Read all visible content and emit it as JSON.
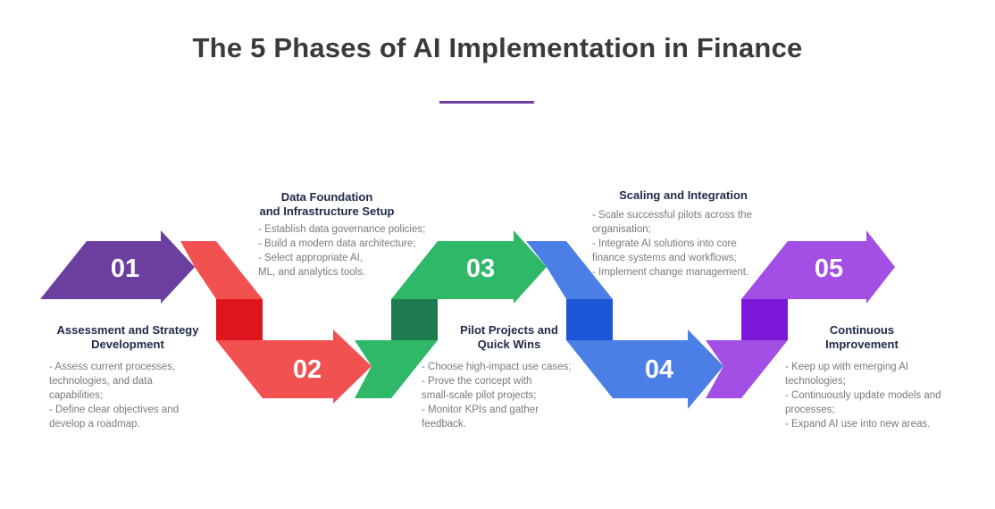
{
  "title": "The 5 Phases of AI Implementation in Finance",
  "colors": {
    "phase1": "#6b3fa0",
    "phase2": "#f25151",
    "phase2_dark": "#e0141c",
    "phase3": "#2eb868",
    "phase3_dark": "#1e7a50",
    "phase4": "#4b7fe6",
    "phase4_dark": "#1d56d6",
    "phase5": "#a34fe6",
    "phase5_dark": "#7a17d9"
  },
  "phases": [
    {
      "number": "01",
      "heading_lines": [
        "Assessment and Strategy",
        "Development"
      ],
      "details": [
        "- Assess current processes,",
        "technologies, and data",
        "capabilities;",
        "- Define clear objectives and",
        "develop a roadmap."
      ]
    },
    {
      "number": "02",
      "heading_lines": [
        "Data Foundation",
        "and Infrastructure Setup"
      ],
      "details": [
        "- Establish data governance policies;",
        "- Build a modern data architecture;",
        "- Select appropriate AI,",
        "ML, and analytics tools."
      ]
    },
    {
      "number": "03",
      "heading_lines": [
        "Pilot Projects and",
        "Quick Wins"
      ],
      "details": [
        "- Choose high-impact use cases;",
        "- Prove the concept with",
        "small-scale pilot projects;",
        "- Monitor KPIs and gather",
        "feedback."
      ]
    },
    {
      "number": "04",
      "heading_lines": [
        "Scaling and Integration"
      ],
      "details": [
        "- Scale successful pilots across the",
        "organisation;",
        "- Integrate AI solutions into core",
        "finance systems and workflows;",
        "- Implement change management."
      ]
    },
    {
      "number": "05",
      "heading_lines": [
        "Continuous",
        "Improvement"
      ],
      "details": [
        "- Keep up with emerging AI",
        "technologies;",
        "- Continuously update models and",
        "processes;",
        "- Expand AI use into new areas."
      ]
    }
  ]
}
